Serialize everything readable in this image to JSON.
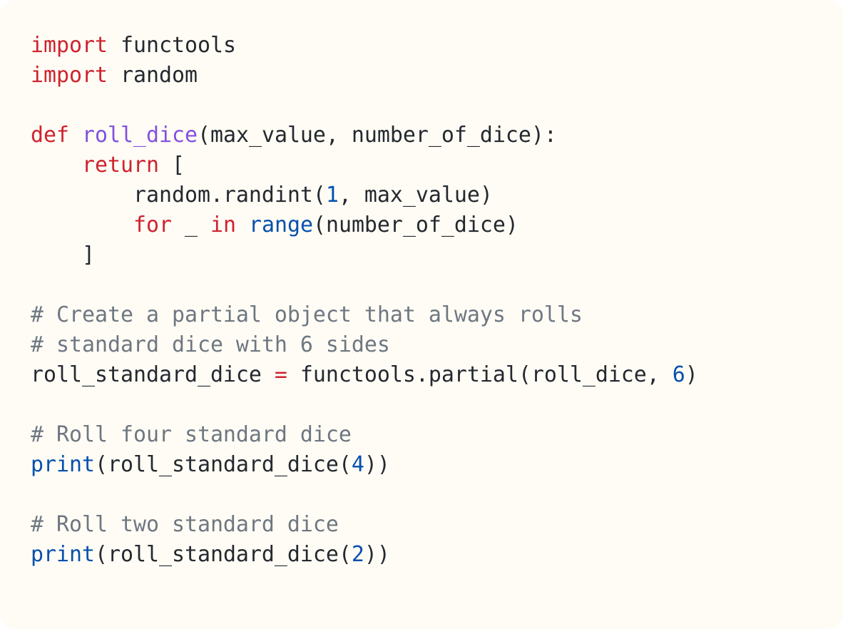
{
  "colors": {
    "background": "#fffcf5",
    "text": "#24292f",
    "keyword": "#cf222e",
    "function_name": "#8250df",
    "builtin": "#0550ae",
    "number": "#0550ae",
    "comment": "#6e7781"
  },
  "code": {
    "language": "python",
    "lines": [
      [
        {
          "t": "kw",
          "v": "import"
        },
        {
          "t": "tx",
          "v": " functools"
        }
      ],
      [
        {
          "t": "kw",
          "v": "import"
        },
        {
          "t": "tx",
          "v": " random"
        }
      ],
      [],
      [
        {
          "t": "kw",
          "v": "def"
        },
        {
          "t": "tx",
          "v": " "
        },
        {
          "t": "fn",
          "v": "roll_dice"
        },
        {
          "t": "tx",
          "v": "(max_value, number_of_dice):"
        }
      ],
      [
        {
          "t": "tx",
          "v": "    "
        },
        {
          "t": "kw",
          "v": "return"
        },
        {
          "t": "tx",
          "v": " ["
        }
      ],
      [
        {
          "t": "tx",
          "v": "        random.randint("
        },
        {
          "t": "num",
          "v": "1"
        },
        {
          "t": "tx",
          "v": ", max_value)"
        }
      ],
      [
        {
          "t": "tx",
          "v": "        "
        },
        {
          "t": "kw",
          "v": "for"
        },
        {
          "t": "tx",
          "v": " _ "
        },
        {
          "t": "kw",
          "v": "in"
        },
        {
          "t": "tx",
          "v": " "
        },
        {
          "t": "bi",
          "v": "range"
        },
        {
          "t": "tx",
          "v": "(number_of_dice)"
        }
      ],
      [
        {
          "t": "tx",
          "v": "    ]"
        }
      ],
      [],
      [
        {
          "t": "cm",
          "v": "# Create a partial object that always rolls"
        }
      ],
      [
        {
          "t": "cm",
          "v": "# standard dice with 6 sides"
        }
      ],
      [
        {
          "t": "tx",
          "v": "roll_standard_dice "
        },
        {
          "t": "op",
          "v": "="
        },
        {
          "t": "tx",
          "v": " functools.partial(roll_dice, "
        },
        {
          "t": "num",
          "v": "6"
        },
        {
          "t": "tx",
          "v": ")"
        }
      ],
      [],
      [
        {
          "t": "cm",
          "v": "# Roll four standard dice"
        }
      ],
      [
        {
          "t": "bi",
          "v": "print"
        },
        {
          "t": "tx",
          "v": "(roll_standard_dice("
        },
        {
          "t": "num",
          "v": "4"
        },
        {
          "t": "tx",
          "v": "))"
        }
      ],
      [],
      [
        {
          "t": "cm",
          "v": "# Roll two standard dice"
        }
      ],
      [
        {
          "t": "bi",
          "v": "print"
        },
        {
          "t": "tx",
          "v": "(roll_standard_dice("
        },
        {
          "t": "num",
          "v": "2"
        },
        {
          "t": "tx",
          "v": "))"
        }
      ]
    ]
  }
}
